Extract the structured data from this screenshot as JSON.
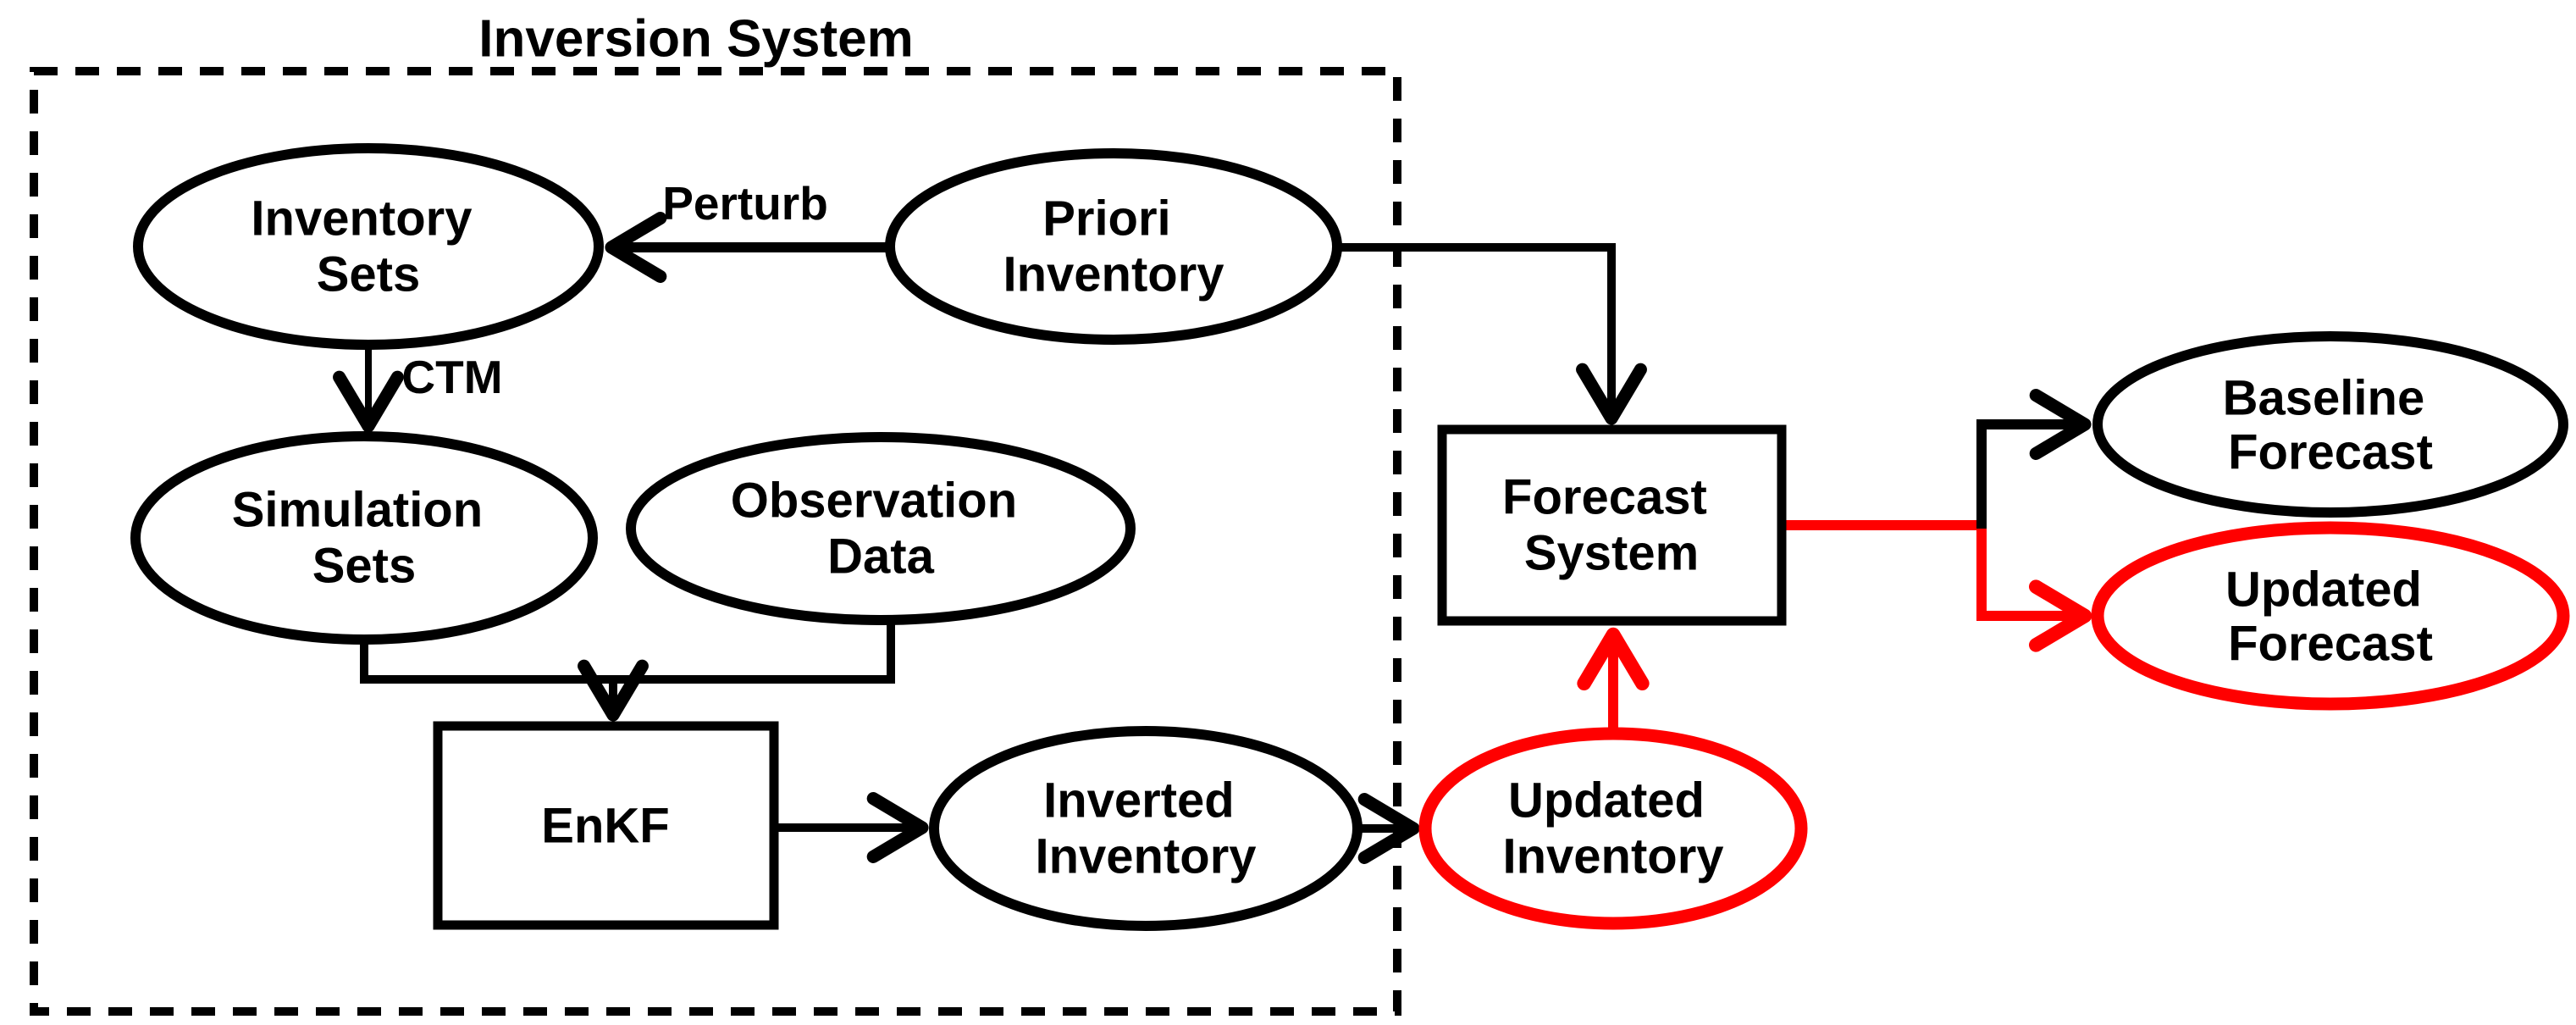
{
  "title": "Inversion System",
  "colors": {
    "ink": "#000000",
    "highlight_red": "#ff0000",
    "background": "#ffffff"
  },
  "container": {
    "label": "Inversion System",
    "border_style": "dashed"
  },
  "nodes": {
    "inventory_sets": {
      "line1": "Inventory",
      "line2": "Sets",
      "shape": "ellipse",
      "color": "black"
    },
    "priori_inventory": {
      "line1": "Priori",
      "line2": "Inventory",
      "shape": "ellipse",
      "color": "black"
    },
    "simulation_sets": {
      "line1": "Simulation",
      "line2": "Sets",
      "shape": "ellipse",
      "color": "black"
    },
    "observation_data": {
      "line1": "Observation",
      "line2": "Data",
      "shape": "ellipse",
      "color": "black"
    },
    "enkf": {
      "line1": "EnKF",
      "shape": "rect",
      "color": "black"
    },
    "inverted_inventory": {
      "line1": "Inverted",
      "line2": "Inventory",
      "shape": "ellipse",
      "color": "black"
    },
    "updated_inventory": {
      "line1": "Updated",
      "line2": "Inventory",
      "shape": "ellipse",
      "color": "red"
    },
    "forecast_system": {
      "line1": "Forecast",
      "line2": "System",
      "shape": "rect",
      "color": "black"
    },
    "baseline_forecast": {
      "line1": "Baseline",
      "line2": "Forecast",
      "shape": "ellipse",
      "color": "black"
    },
    "updated_forecast": {
      "line1": "Updated",
      "line2": "Forecast",
      "shape": "ellipse",
      "color": "red"
    }
  },
  "edge_labels": {
    "perturb": "Perturb",
    "ctm": "CTM"
  }
}
